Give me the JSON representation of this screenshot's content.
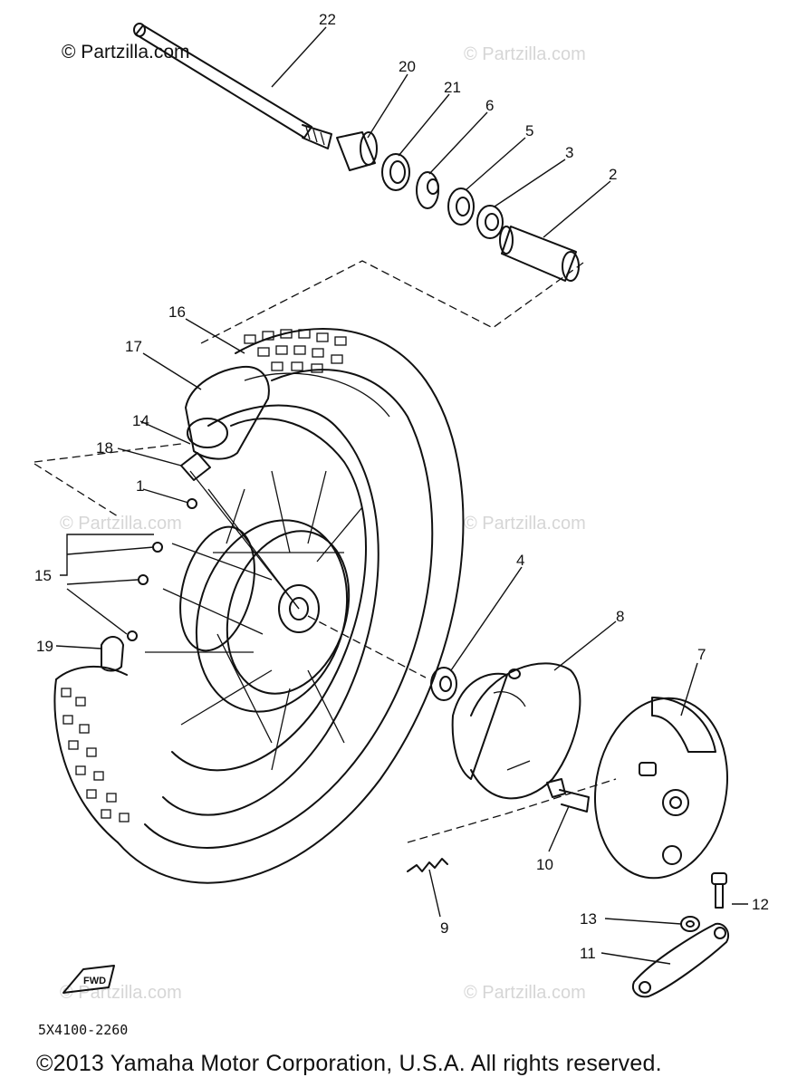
{
  "watermark": {
    "brand_mark": "© Partzilla.com",
    "text": "© Partzilla.com"
  },
  "diagram": {
    "code": "5X4100-2260",
    "fwd_badge": "FWD",
    "copyright": "©2013  Yamaha Motor Corporation, U.S.A. All rights reserved.",
    "callouts": {
      "c1": "1",
      "c2": "2",
      "c3": "3",
      "c4": "4",
      "c5": "5",
      "c6": "6",
      "c7": "7",
      "c8": "8",
      "c9": "9",
      "c10": "10",
      "c11": "11",
      "c12": "12",
      "c13": "13",
      "c14": "14",
      "c15": "15",
      "c16": "16",
      "c17": "17",
      "c18": "18",
      "c19": "19",
      "c20": "20",
      "c21": "21",
      "c22": "22"
    }
  }
}
